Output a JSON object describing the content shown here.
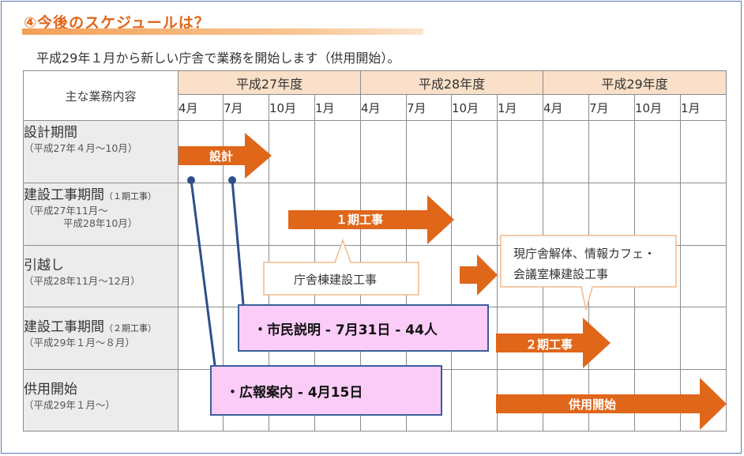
{
  "header": {
    "title": "④今後のスケジュールは？",
    "subtitle": "平成29年１月から新しい庁舎で業務を開始します（供用開始）。"
  },
  "table": {
    "corner_label": "主な業務内容",
    "years": [
      "平成27年度",
      "平成28年度",
      "平成29年度"
    ],
    "months": [
      "4月",
      "7月",
      "10月",
      "1月",
      "4月",
      "7月",
      "10月",
      "1月",
      "4月",
      "7月",
      "10月",
      "1月"
    ],
    "rows": [
      {
        "main": "設計期間",
        "note": "",
        "sub": "（平成27年４月～10月）"
      },
      {
        "main": "建設工事期間",
        "note": "（１期工事）",
        "sub": "（平成27年11月～\n　　　　平成28年10月）"
      },
      {
        "main": "引越し",
        "note": "",
        "sub": "（平成28年11月～12月）"
      },
      {
        "main": "建設工事期間",
        "note": "（２期工事）",
        "sub": "（平成29年１月～８月）"
      },
      {
        "main": "供用開始",
        "note": "",
        "sub": "（平成29年１月～）"
      }
    ]
  },
  "arrows": {
    "design": "設計",
    "phase1": "１期工事",
    "phase2": "２期工事",
    "open": "供用開始"
  },
  "callouts": {
    "building": "庁舎棟建設工事",
    "demolition_line1": "現庁舎解体、情報カフェ・",
    "demolition_line2": "会議室棟建設工事"
  },
  "notes": {
    "briefing": "・市民説明 - 7月31日 - 44人",
    "pr": "・広報案内 - 4月15日"
  },
  "colors": {
    "arrow": "#e0661a",
    "title": "#e0661a",
    "header_fill": "#fae0c8",
    "note_fill": "#fcccf8",
    "note_border": "#3b5e9a"
  }
}
